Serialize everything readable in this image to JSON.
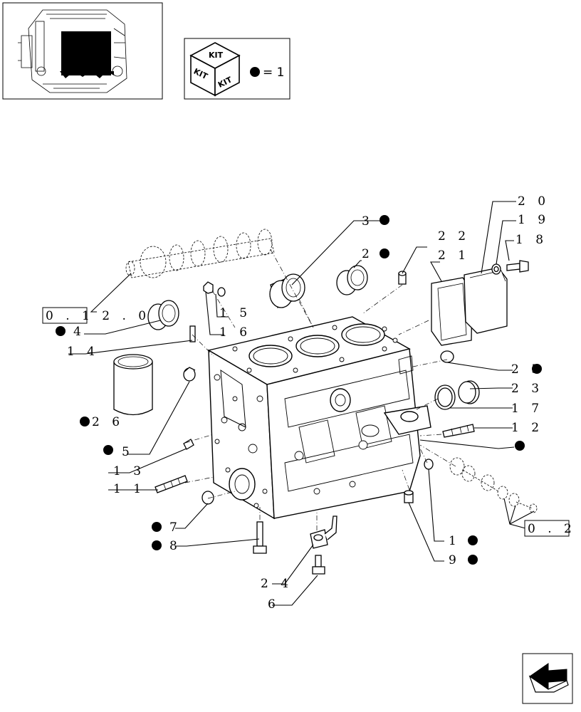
{
  "kit_legend": {
    "kit_words": [
      "KIT",
      "KIT",
      "KIT"
    ],
    "equals_text": "= 1"
  },
  "page_refs": {
    "ref_top": "0 . 1 2 . 0",
    "ref_right": "0 . 2 4"
  },
  "parts": [
    {
      "id": "p1",
      "text": "3"
    },
    {
      "id": "p2",
      "text": "2"
    },
    {
      "id": "p3",
      "text": "2 2"
    },
    {
      "id": "p4",
      "text": "2 1"
    },
    {
      "id": "p5",
      "text": "2 0"
    },
    {
      "id": "p6",
      "text": "1 9"
    },
    {
      "id": "p7",
      "text": "1 8"
    },
    {
      "id": "p8",
      "text": "1 5"
    },
    {
      "id": "p9",
      "text": "1 6"
    },
    {
      "id": "p10",
      "text": "4"
    },
    {
      "id": "p11",
      "text": "1 4"
    },
    {
      "id": "p12",
      "text": "2 6"
    },
    {
      "id": "p13",
      "text": "2 5"
    },
    {
      "id": "p14",
      "text": "2 3"
    },
    {
      "id": "p15",
      "text": "1 7"
    },
    {
      "id": "p16",
      "text": "1 2"
    },
    {
      "id": "p17",
      "text": "5"
    },
    {
      "id": "p18",
      "text": "1 3"
    },
    {
      "id": "p19",
      "text": "1 1"
    },
    {
      "id": "p20",
      "text": "7"
    },
    {
      "id": "p21",
      "text": "8"
    },
    {
      "id": "p22",
      "text": "1 0"
    },
    {
      "id": "p23",
      "text": "9"
    },
    {
      "id": "p24",
      "text": "2 4"
    },
    {
      "id": "p25",
      "text": "6"
    }
  ],
  "kit_marker_color": "#000000",
  "icons": [
    "engine-thumbnail-icon",
    "kit-box-icon",
    "kit-bullet-icon",
    "next-page-arrow-icon"
  ]
}
